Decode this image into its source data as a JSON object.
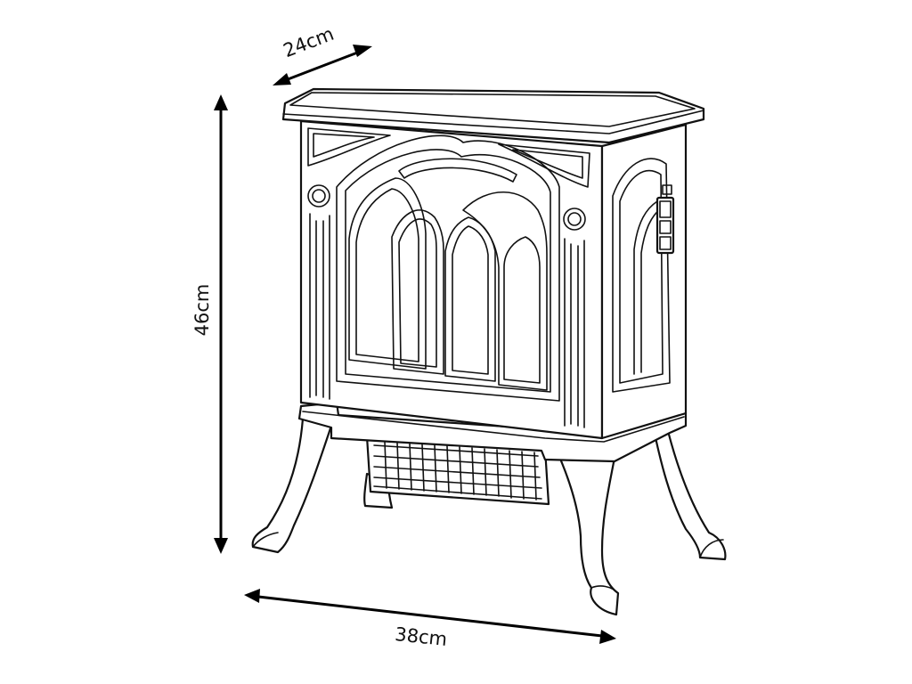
{
  "dimensions": {
    "depth": "24cm",
    "height": "46cm",
    "width": "38cm"
  },
  "colors": {
    "line": "#111111",
    "background": "#ffffff"
  }
}
